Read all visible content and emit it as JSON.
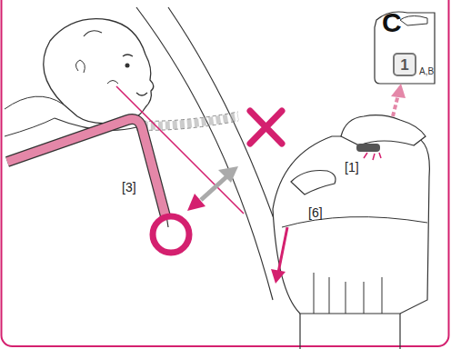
{
  "diagram": {
    "nodes": [
      {
        "text": [
          "C"
        ]
      },
      {
        "text": [
          "1",
          "A,B"
        ],
        "in": 0
      }
    ],
    "labels": [
      "[3]",
      "[1]",
      "[6]"
    ]
  }
}
